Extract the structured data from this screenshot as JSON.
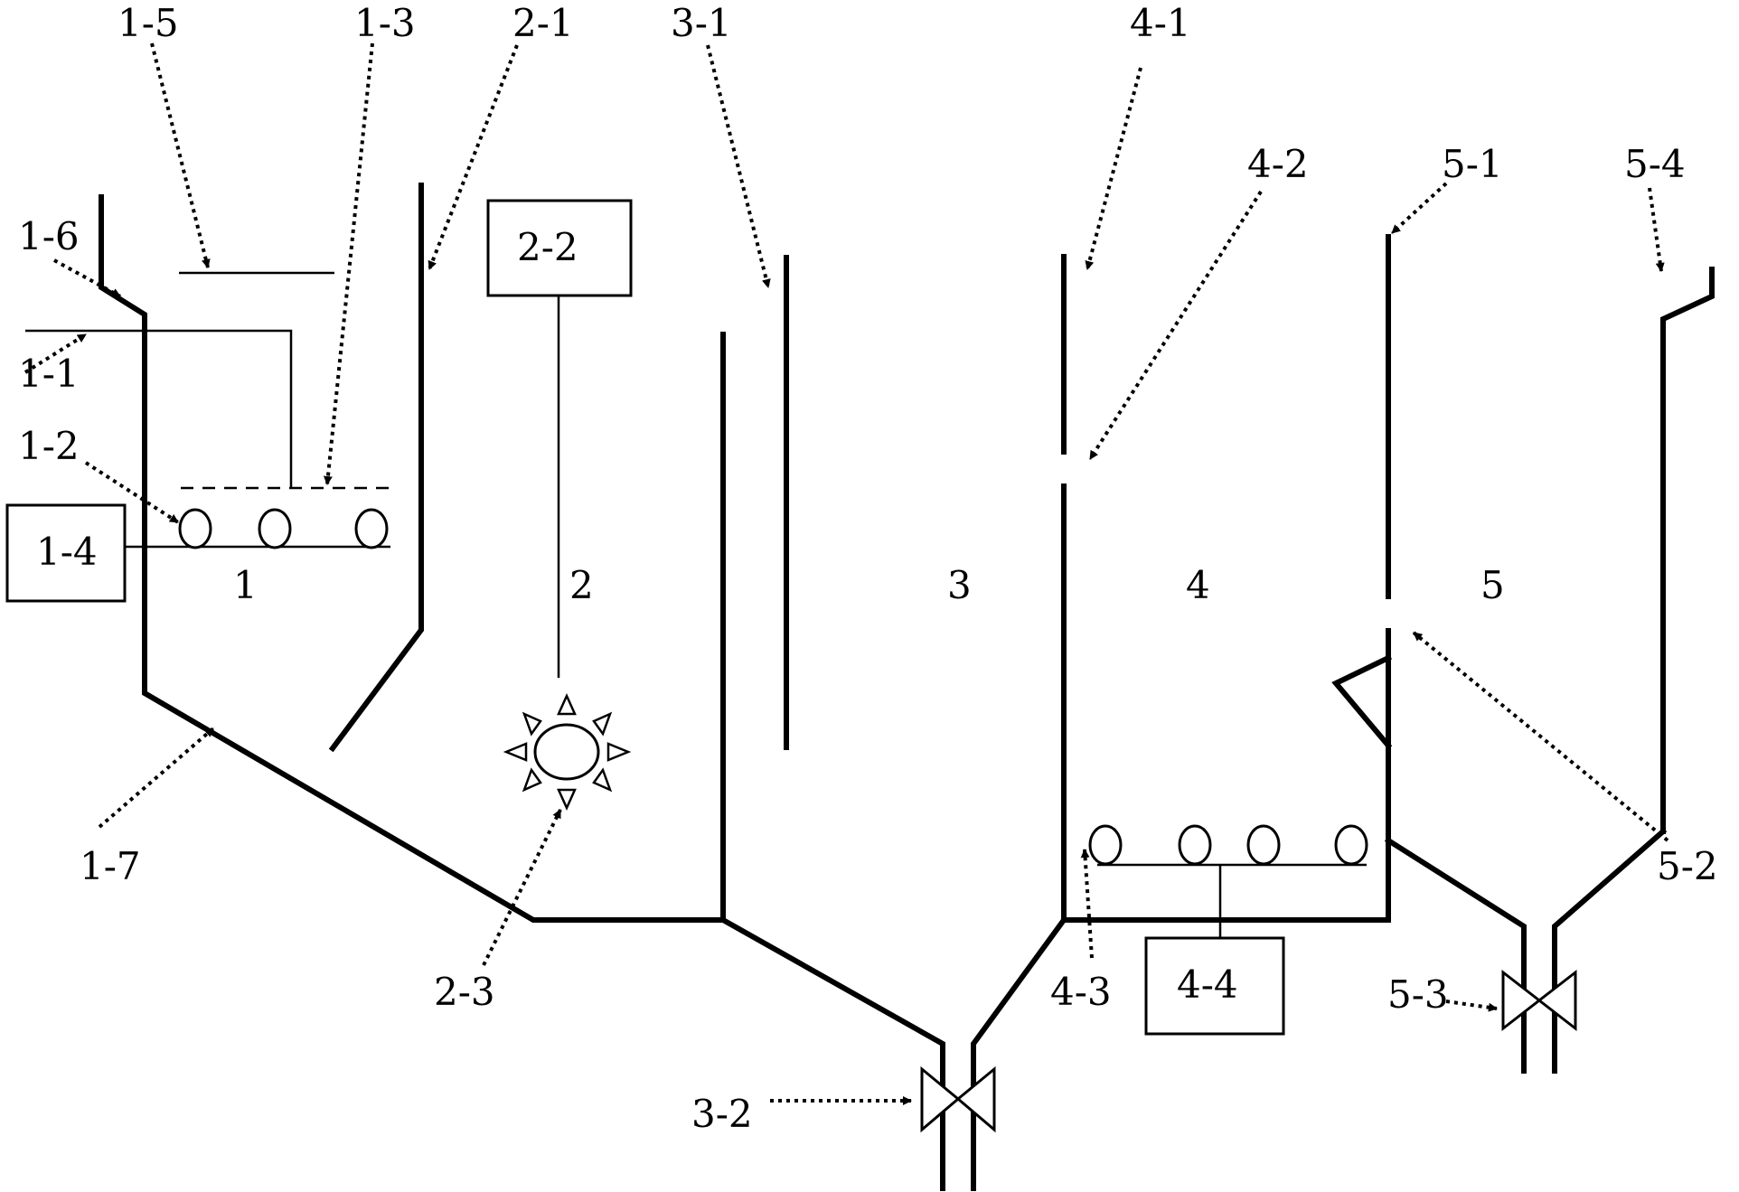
{
  "chambers": [
    "1",
    "2",
    "3",
    "4",
    "5"
  ],
  "boxes": {
    "b14": "1-4",
    "b22": "2-2",
    "b44": "4-4"
  },
  "callouts": {
    "c15": "1-5",
    "c13": "1-3",
    "c21": "2-1",
    "c31": "3-1",
    "c41": "4-1",
    "c42": "4-2",
    "c51": "5-1",
    "c54": "5-4",
    "c16": "1-6",
    "c11": "1-1",
    "c12": "1-2",
    "c17": "1-7",
    "c23": "2-3",
    "c32": "3-2",
    "c43": "4-3",
    "c53": "5-3",
    "c52": "5-2"
  }
}
